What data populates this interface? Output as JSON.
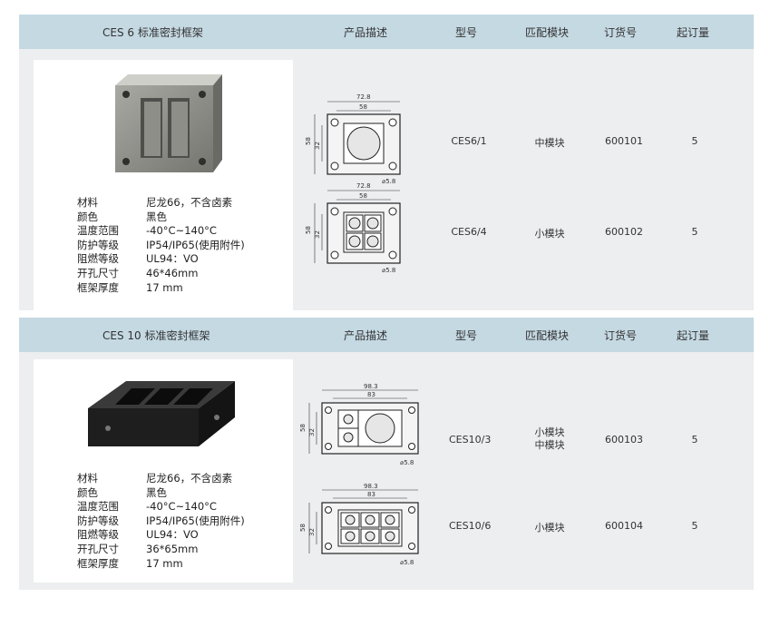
{
  "sections": [
    {
      "title": "CES 6  标准密封框架",
      "columns": [
        "产品描述",
        "型号",
        "匹配模块",
        "订货号",
        "起订量"
      ],
      "specs": [
        {
          "label": "材料",
          "value": "尼龙66，不含卤素"
        },
        {
          "label": "颜色",
          "value": "黑色"
        },
        {
          "label": "温度范围",
          "value": "-40°C~140°C"
        },
        {
          "label": "防护等级",
          "value": "IP54/IP65(使用附件)"
        },
        {
          "label": "阻燃等级",
          "value": "UL94：VO"
        },
        {
          "label": "开孔尺寸",
          "value": "46*46mm"
        },
        {
          "label": "框架厚度",
          "value": "17 mm"
        }
      ],
      "products": [
        {
          "model": "CES6/1",
          "module": [
            "中模块"
          ],
          "order_no": "600101",
          "moq": "5",
          "dims": {
            "outer": "72.8",
            "inner": "58",
            "h_outer": "58",
            "h_inner": "32",
            "hole": "⌀5.8"
          }
        },
        {
          "model": "CES6/4",
          "module": [
            "小模块"
          ],
          "order_no": "600102",
          "moq": "5",
          "dims": {
            "outer": "72.8",
            "inner": "58",
            "h_outer": "58",
            "h_inner": "32",
            "hole": "⌀5.8"
          }
        }
      ]
    },
    {
      "title": "CES 10  标准密封框架",
      "columns": [
        "产品描述",
        "型号",
        "匹配模块",
        "订货号",
        "起订量"
      ],
      "specs": [
        {
          "label": "材料",
          "value": "尼龙66，不含卤素"
        },
        {
          "label": "颜色",
          "value": "黑色"
        },
        {
          "label": "温度范围",
          "value": "-40°C~140°C"
        },
        {
          "label": "防护等级",
          "value": "IP54/IP65(使用附件)"
        },
        {
          "label": "阻燃等级",
          "value": "UL94：VO"
        },
        {
          "label": "开孔尺寸",
          "value": "36*65mm"
        },
        {
          "label": "框架厚度",
          "value": "17 mm"
        }
      ],
      "products": [
        {
          "model": "CES10/3",
          "module": [
            "小模块",
            "中模块"
          ],
          "order_no": "600103",
          "moq": "5",
          "dims": {
            "outer": "98.3",
            "inner": "83",
            "h_outer": "58",
            "h_inner": "32",
            "hole": "⌀5.8"
          }
        },
        {
          "model": "CES10/6",
          "module": [
            "小模块"
          ],
          "order_no": "600104",
          "moq": "5",
          "dims": {
            "outer": "98.3",
            "inner": "83",
            "h_outer": "58",
            "h_inner": "32",
            "hole": "⌀5.8"
          }
        }
      ]
    }
  ],
  "colors": {
    "header": "#c5d9e3",
    "panel": "#eceeef",
    "photo_bg": "#ffffff"
  }
}
